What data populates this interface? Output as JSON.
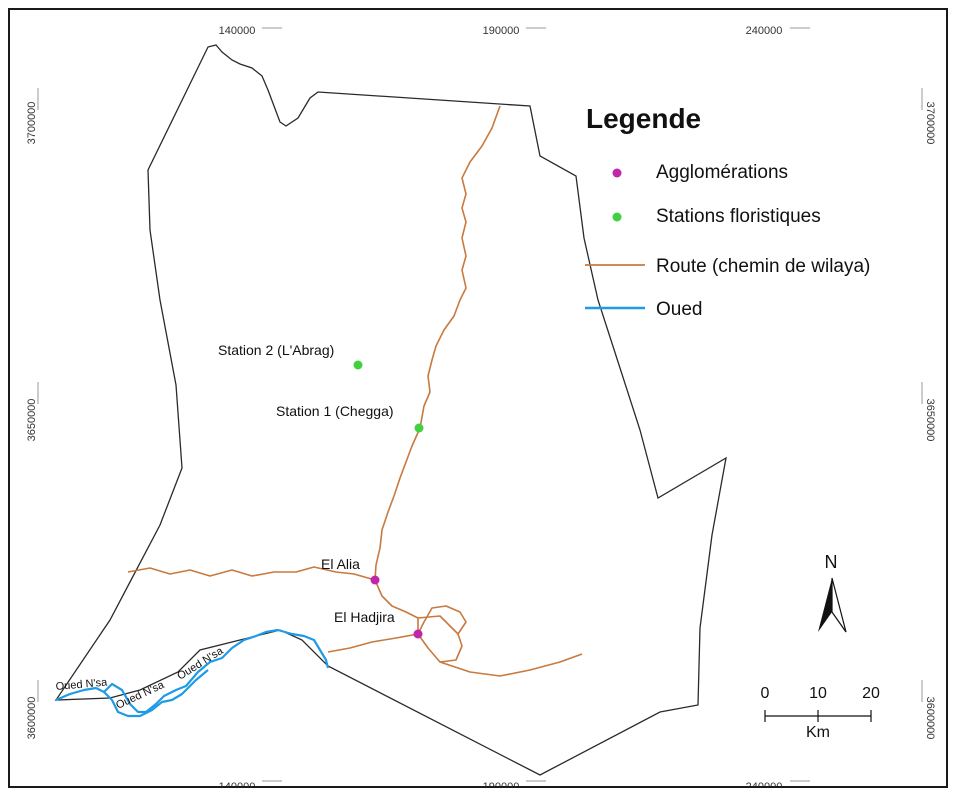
{
  "grid": {
    "x_labels": [
      "140000",
      "190000",
      "240000"
    ],
    "y_labels": [
      "3700000",
      "3650000",
      "3600000"
    ]
  },
  "legend": {
    "title": "Legende",
    "items": [
      {
        "label": "Agglomérations",
        "symbol": "point",
        "color": "#c026a8"
      },
      {
        "label": "Stations floristiques",
        "symbol": "point",
        "color": "#3fd13f"
      },
      {
        "label": "Route (chemin de wilaya)",
        "symbol": "line",
        "color": "#c8793e"
      },
      {
        "label": "Oued",
        "symbol": "line",
        "color": "#1e9be6"
      }
    ]
  },
  "places": {
    "stations": [
      {
        "label": "Station 2 (L'Abrag)"
      },
      {
        "label": "Station 1 (Chegga)"
      }
    ],
    "agglomerations": [
      {
        "label": "El Alia"
      },
      {
        "label": "El Hadjira"
      }
    ],
    "rivers": [
      "Oued N'sa",
      "Oued N'sa",
      "Oued N'sa"
    ]
  },
  "north_arrow": {
    "label": "N"
  },
  "scale_bar": {
    "ticks": [
      "0",
      "10",
      "20"
    ],
    "unit": "Km"
  },
  "colors": {
    "boundary": "#2a2a2a",
    "road": "#c8793e",
    "river": "#1e9be6",
    "station": "#3fd13f",
    "agglomeration": "#c026a8"
  }
}
